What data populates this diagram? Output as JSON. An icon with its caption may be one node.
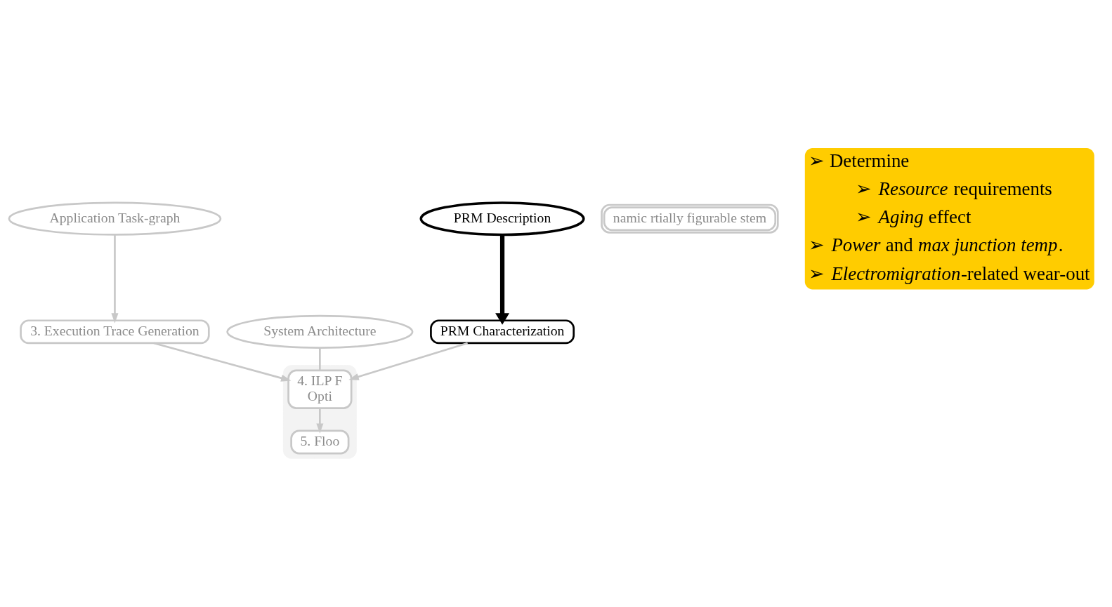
{
  "diagram": {
    "nodes": [
      {
        "text": [
          "Application Task-graph"
        ]
      },
      {
        "text": [
          "PRM Description"
        ]
      },
      {
        "text": [
          "System Architecture"
        ]
      },
      {
        "text": [
          "3. Execution Trace Generation"
        ]
      },
      {
        "text": [
          "PRM Characterization"
        ]
      },
      {
        "text": [],
        "shape": "box"
      },
      {
        "text": [
          "4. ILP F",
          "Opti"
        ],
        "in": 5
      },
      {
        "text": [
          "5. Floo"
        ],
        "in": 5
      },
      {
        "text": [
          "namic rtially figurable stem"
        ]
      },
      {
        "text": [
          "➢ Determine",
          "➢ *Resource* requirements",
          "➢ *Aging* effect",
          "➢ *Power* and *max junction temp*.",
          "➢ *Electromigration*-related wear-out"
        ]
      }
    ],
    "edges": [
      {
        "from": 0,
        "to": 3,
        "arrow": "to"
      },
      {
        "from": 1,
        "to": 4,
        "arrow": "to",
        "style": "thick",
        "color": "#000000"
      },
      {
        "from": 3,
        "to": 6,
        "arrow": "to"
      },
      {
        "from": 4,
        "to": 6,
        "arrow": "to"
      },
      {
        "from": 2,
        "to": 6,
        "arrow": "none"
      },
      {
        "from": 6,
        "to": 7,
        "arrow": "to"
      }
    ]
  }
}
